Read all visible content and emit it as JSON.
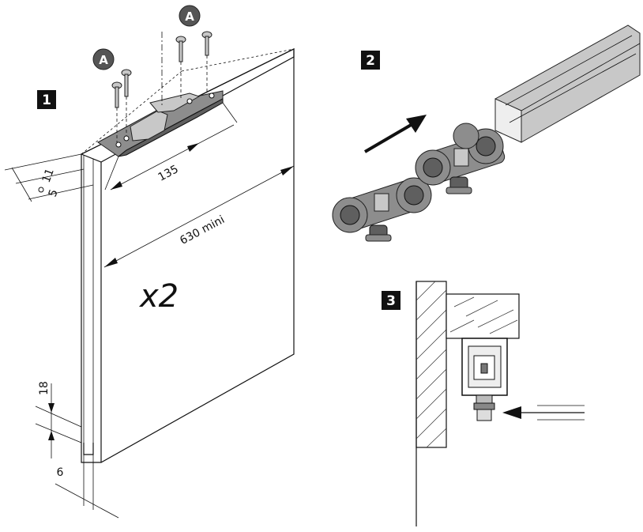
{
  "steps": [
    {
      "number": "1"
    },
    {
      "number": "2"
    },
    {
      "number": "3"
    }
  ],
  "callouts": {
    "screw_label_a": "A",
    "screw_label_b": "A"
  },
  "dimensions": {
    "plate_width": "135",
    "min_door_width": "630 mini",
    "groove_depth": "18",
    "groove_width": "6",
    "edge_offset_1": "11",
    "edge_offset_2": "5"
  },
  "quantity": "x2"
}
